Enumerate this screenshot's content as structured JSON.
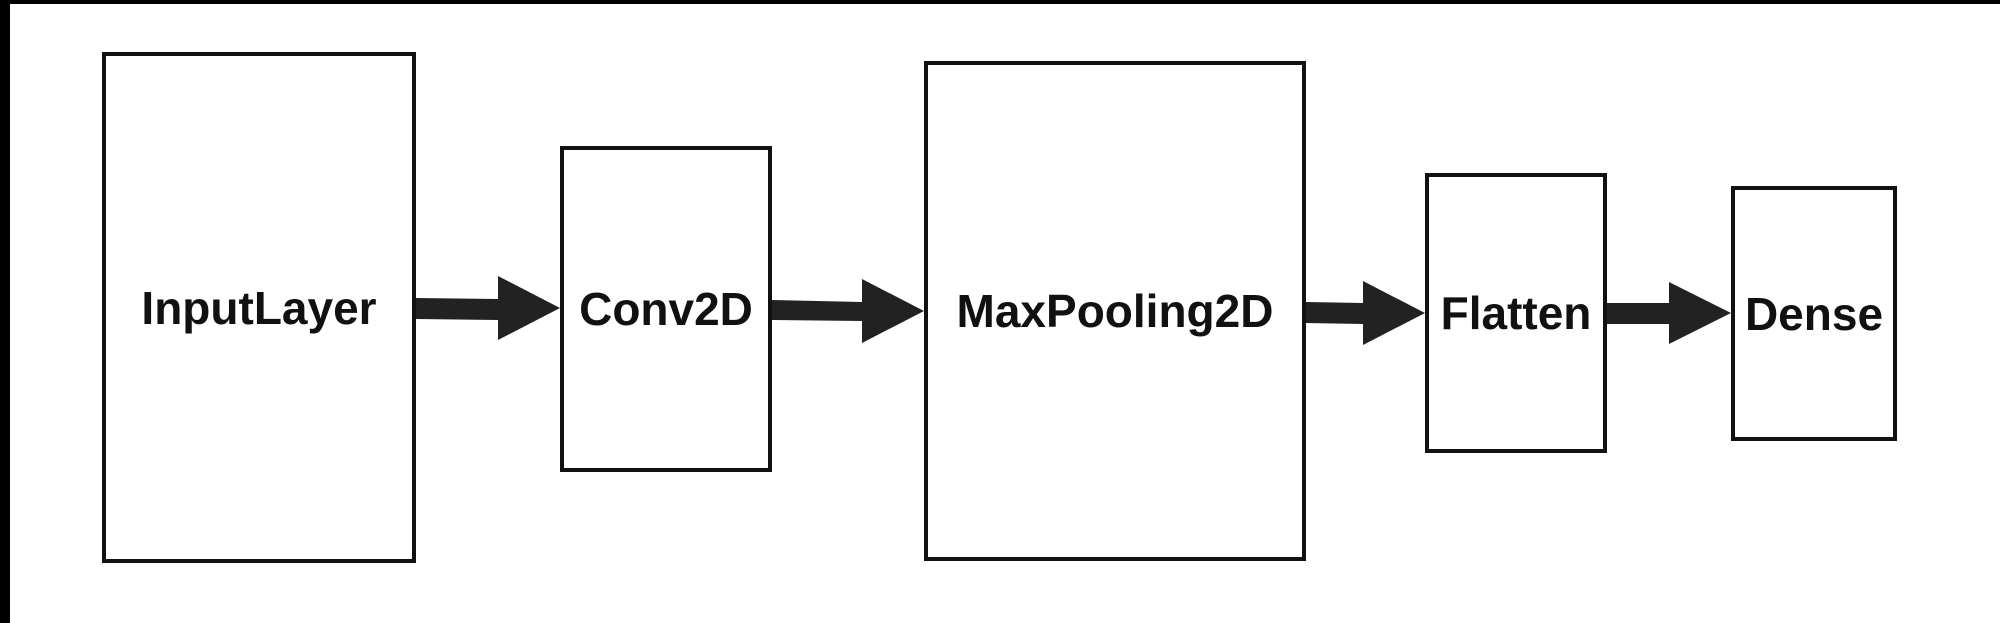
{
  "diagram": {
    "layers": [
      {
        "id": "input",
        "label": "InputLayer"
      },
      {
        "id": "conv",
        "label": "Conv2D"
      },
      {
        "id": "pool",
        "label": "MaxPooling2D"
      },
      {
        "id": "flatten",
        "label": "Flatten"
      },
      {
        "id": "dense",
        "label": "Dense"
      }
    ],
    "connections": [
      {
        "from": "InputLayer",
        "to": "Conv2D"
      },
      {
        "from": "Conv2D",
        "to": "MaxPooling2D"
      },
      {
        "from": "MaxPooling2D",
        "to": "Flatten"
      },
      {
        "from": "Flatten",
        "to": "Dense"
      }
    ],
    "colors": {
      "frame": "#000000",
      "background": "#ffffff",
      "stroke": "#111111",
      "arrow": "#222222"
    }
  }
}
